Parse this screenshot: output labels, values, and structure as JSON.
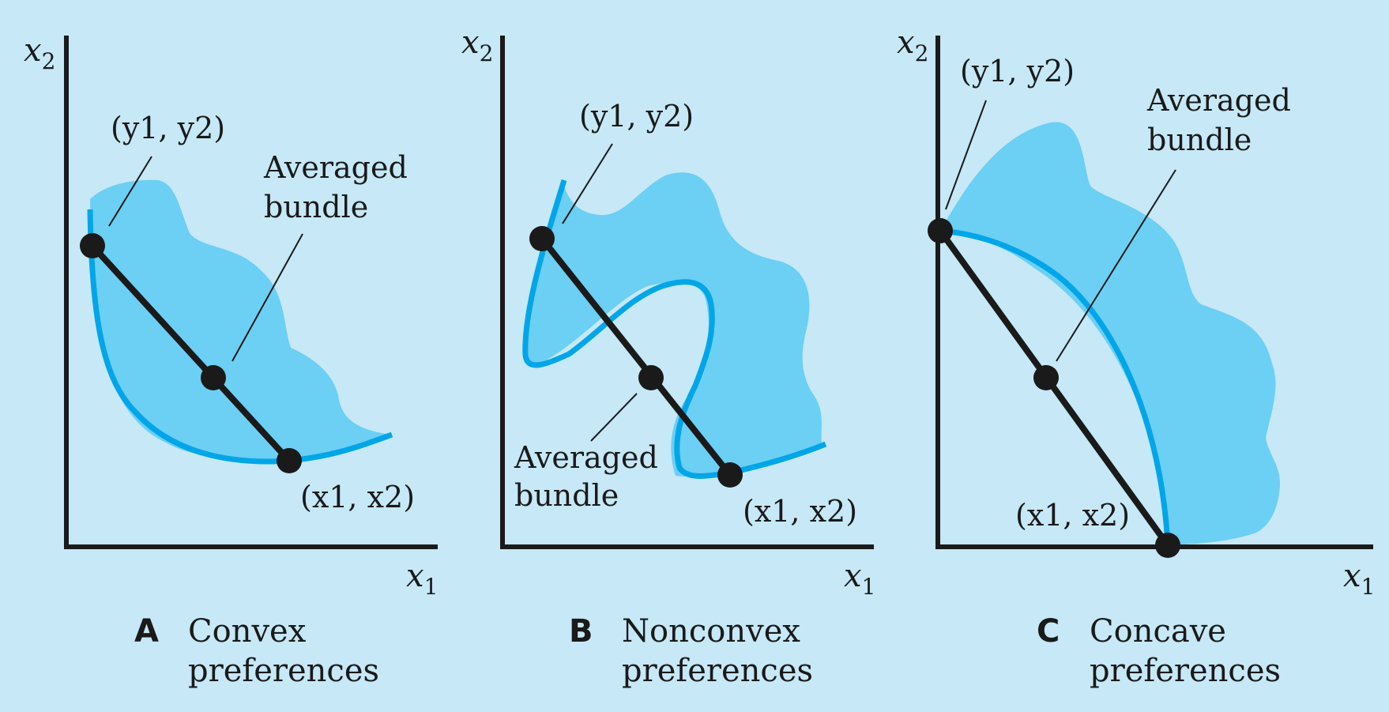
{
  "colors": {
    "background": "#c6e8f7",
    "preferred_region": "#6ccff4",
    "indifference_curve": "#00a6e8",
    "axes_and_segment": "#1a1a1a"
  },
  "panels": [
    {
      "letter": "A",
      "title_line1": "Convex",
      "title_line2": "preferences",
      "axis_y": {
        "var": "x",
        "sub": "2"
      },
      "axis_x": {
        "var": "x",
        "sub": "1"
      },
      "point_y_label": "(y1, y2)",
      "point_x_label": "(x1, x2)",
      "averaged_line1": "Averaged",
      "averaged_line2": "bundle"
    },
    {
      "letter": "B",
      "title_line1": "Nonconvex",
      "title_line2": "preferences",
      "axis_y": {
        "var": "x",
        "sub": "2"
      },
      "axis_x": {
        "var": "x",
        "sub": "1"
      },
      "point_y_label": "(y1, y2)",
      "point_x_label": "(x1, x2)",
      "averaged_line1": "Averaged",
      "averaged_line2": "bundle"
    },
    {
      "letter": "C",
      "title_line1": "Concave",
      "title_line2": "preferences",
      "axis_y": {
        "var": "x",
        "sub": "2"
      },
      "axis_x": {
        "var": "x",
        "sub": "1"
      },
      "point_y_label": "(y1, y2)",
      "point_x_label": "(x1, x2)",
      "averaged_line1": "Averaged",
      "averaged_line2": "bundle"
    }
  ]
}
